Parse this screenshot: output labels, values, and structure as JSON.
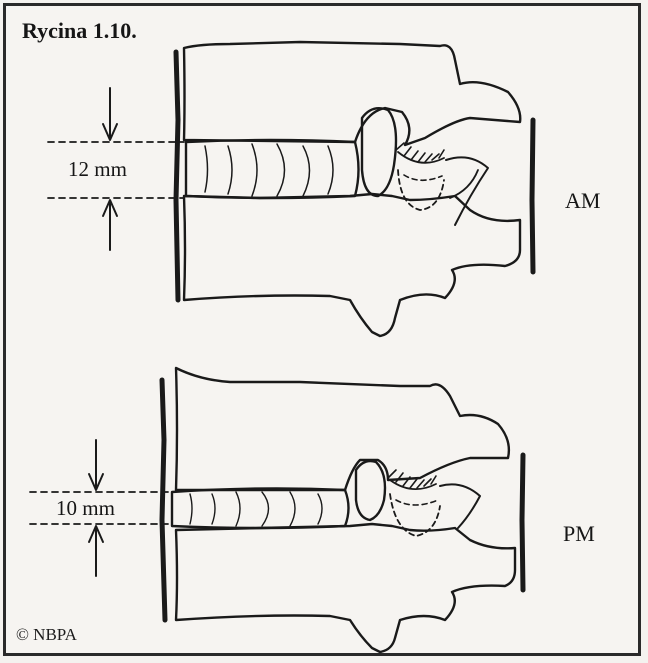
{
  "figure": {
    "title": "Rycina 1.10.",
    "copyright": "© NBPA",
    "top_panel": {
      "label": "AM",
      "measurement": "12 mm"
    },
    "bottom_panel": {
      "label": "PM",
      "measurement": "10 mm"
    }
  }
}
